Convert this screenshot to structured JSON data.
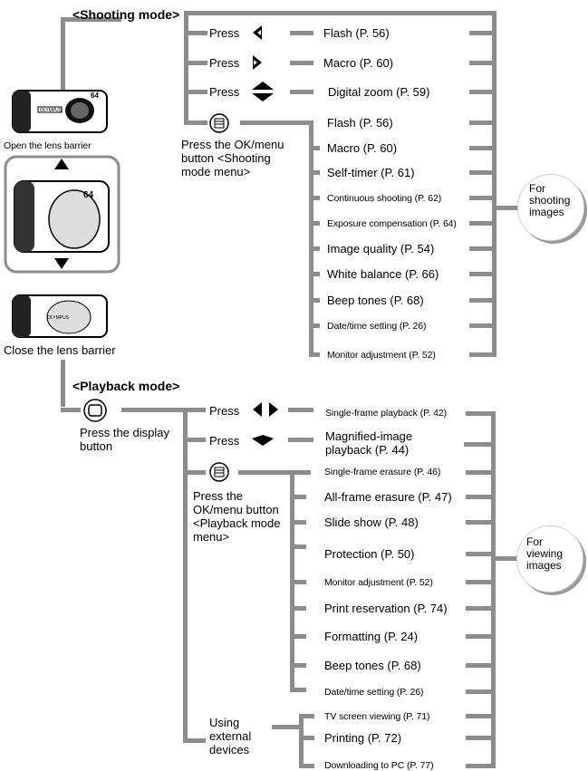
{
  "shooting": {
    "header": "<Shooting mode>",
    "open_barrier": "Open the lens barrier",
    "close_barrier": "Close the lens barrier",
    "press1": "Press",
    "press2": "Press",
    "press3": "Press",
    "ok_menu": "Press the OK/menu button <Shooting mode menu>",
    "direct_items": [
      "Flash (P. 56)",
      "Macro (P. 60)",
      "Digital zoom (P. 59)"
    ],
    "menu_items": [
      "Flash (P. 56)",
      "Macro (P. 60)",
      "Self-timer (P. 61)",
      "Continuous shooting (P. 62)",
      "Exposure compensation (P. 64)",
      "Image quality (P. 54)",
      "White balance (P. 66)",
      "Beep tones (P. 68)",
      "Date/time setting (P. 26)",
      "Monitor adjustment (P. 52)"
    ],
    "bubble": "For shooting images"
  },
  "playback": {
    "header": "<Playback mode>",
    "display_btn": "Press the display button",
    "press1": "Press",
    "press2": "Press",
    "ok_menu": "Press the OK/menu button <Playback mode menu>",
    "external": "Using external devices",
    "direct_items": [
      "Single-frame playback (P. 42)",
      "Magnified-image playback (P. 44)"
    ],
    "menu_items": [
      "Single-frame erasure (P. 46)",
      "All-frame erasure (P. 47)",
      "Slide show (P. 48)",
      "Protection (P. 50)",
      "Monitor adjustment (P. 52)",
      "Print reservation (P. 74)",
      "Formatting (P. 24)",
      "Beep tones (P. 68)",
      "Date/time setting (P. 26)"
    ],
    "external_items": [
      "TV screen viewing (P. 71)",
      "Printing (P. 72)",
      "Downloading to PC (P. 77)"
    ],
    "bubble": "For viewing images"
  },
  "camera": {
    "brand": "OLYMPUS",
    "model": "64"
  },
  "colors": {
    "line": "#8c8c8c",
    "bubble_shadow": "#9a9a9a"
  },
  "icons": [
    "arrow-left-icon",
    "arrow-right-icon",
    "arrow-up-down-icon",
    "arrow-left-right-icon",
    "arrow-up-icon",
    "arrow-down-icon",
    "menu-button-icon",
    "display-button-icon",
    "camera-image"
  ]
}
